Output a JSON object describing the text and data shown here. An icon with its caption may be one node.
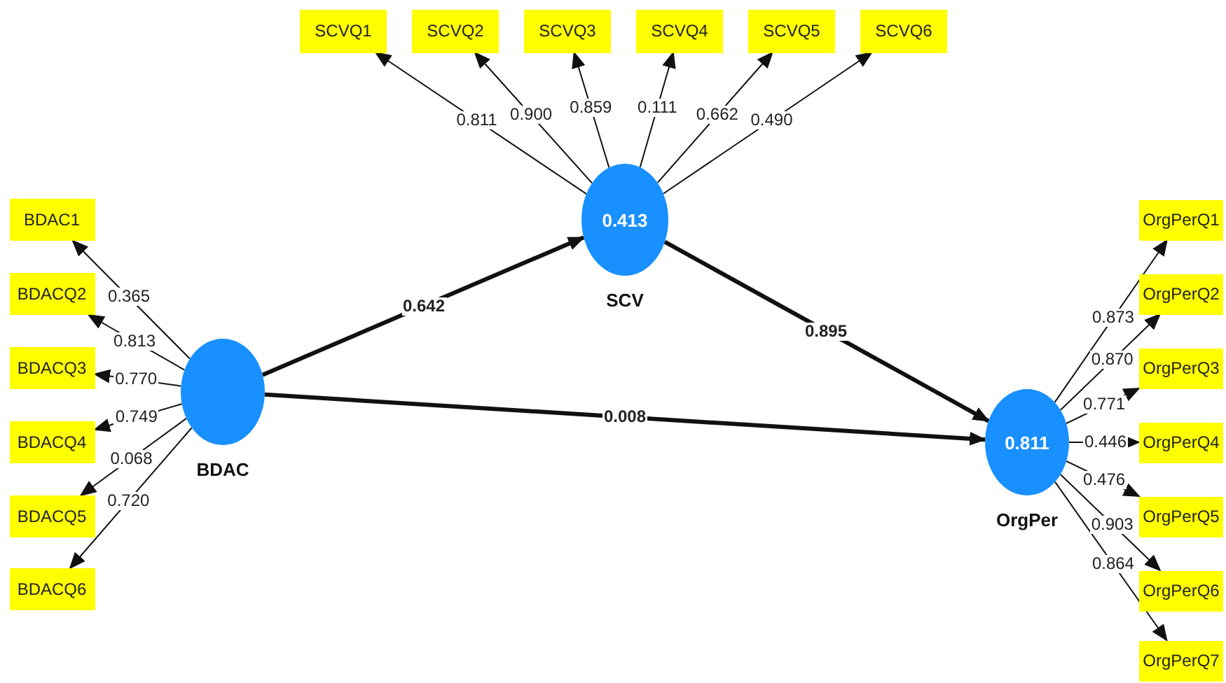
{
  "diagram": {
    "nodes": [
      {
        "text": [
          "SCVQ1"
        ]
      },
      {
        "text": [
          "SCVQ2"
        ]
      },
      {
        "text": [
          "SCVQ3"
        ]
      },
      {
        "text": [
          "SCVQ4"
        ]
      },
      {
        "text": [
          "SCVQ5"
        ]
      },
      {
        "text": [
          "SCVQ6"
        ]
      },
      {
        "text": [
          "0.413"
        ],
        "beside": [
          "SCV"
        ]
      },
      {
        "text": [
          "BDAC1"
        ]
      },
      {
        "text": [
          "BDACQ2"
        ]
      },
      {
        "text": [
          "BDACQ3"
        ]
      },
      {
        "text": [
          "BDACQ4"
        ]
      },
      {
        "text": [
          "BDACQ5"
        ]
      },
      {
        "text": [
          "BDACQ6"
        ]
      },
      {
        "text": [],
        "shape": "circle",
        "beside": [
          "BDAC"
        ]
      },
      {
        "text": [
          "0.811"
        ],
        "beside": [
          "OrgPer"
        ]
      },
      {
        "text": [
          "OrgPerQ1"
        ]
      },
      {
        "text": [
          "OrgPerQ2"
        ]
      },
      {
        "text": [
          "OrgPerQ3"
        ]
      },
      {
        "text": [
          "OrgPerQ4"
        ]
      },
      {
        "text": [
          "OrgPerQ5"
        ]
      },
      {
        "text": [
          "OrgPerQ6"
        ]
      },
      {
        "text": [
          "OrgPerQ7"
        ]
      }
    ],
    "edges": [
      {
        "from": 6,
        "to": 0,
        "arrow": "to",
        "label": "0.811"
      },
      {
        "from": 6,
        "to": 1,
        "arrow": "to",
        "label": "0.900"
      },
      {
        "from": 6,
        "to": 2,
        "arrow": "to",
        "label": "0.859"
      },
      {
        "from": 6,
        "to": 3,
        "arrow": "to",
        "label": "0.111"
      },
      {
        "from": 6,
        "to": 4,
        "arrow": "to",
        "label": "0.662"
      },
      {
        "from": 6,
        "to": 5,
        "arrow": "to",
        "label": "0.490"
      },
      {
        "from": 13,
        "to": 7,
        "arrow": "to",
        "label": "0.365"
      },
      {
        "from": 13,
        "to": 8,
        "arrow": "to",
        "label": "0.813"
      },
      {
        "from": 13,
        "to": 9,
        "arrow": "to",
        "label": "0.770"
      },
      {
        "from": 13,
        "to": 10,
        "arrow": "to",
        "label": "0.749"
      },
      {
        "from": 13,
        "to": 11,
        "arrow": "to",
        "label": "0.068"
      },
      {
        "from": 13,
        "to": 12,
        "arrow": "to",
        "label": "0.720"
      },
      {
        "from": 14,
        "to": 15,
        "arrow": "to",
        "label": "0.873"
      },
      {
        "from": 14,
        "to": 16,
        "arrow": "to",
        "label": "0.870"
      },
      {
        "from": 14,
        "to": 17,
        "arrow": "to",
        "label": "0.771"
      },
      {
        "from": 14,
        "to": 18,
        "arrow": "to",
        "label": "0.446"
      },
      {
        "from": 14,
        "to": 19,
        "arrow": "to",
        "label": "0.476"
      },
      {
        "from": 14,
        "to": 20,
        "arrow": "to",
        "label": "0.903"
      },
      {
        "from": 14,
        "to": 21,
        "arrow": "to",
        "label": "0.864"
      },
      {
        "from": 13,
        "to": 6,
        "arrow": "to",
        "label": "0.642",
        "style": "thick"
      },
      {
        "from": 6,
        "to": 14,
        "arrow": "to",
        "label": "0.895",
        "style": "thick"
      },
      {
        "from": 13,
        "to": 14,
        "arrow": "to",
        "label": "0.008",
        "style": "thick"
      }
    ]
  }
}
